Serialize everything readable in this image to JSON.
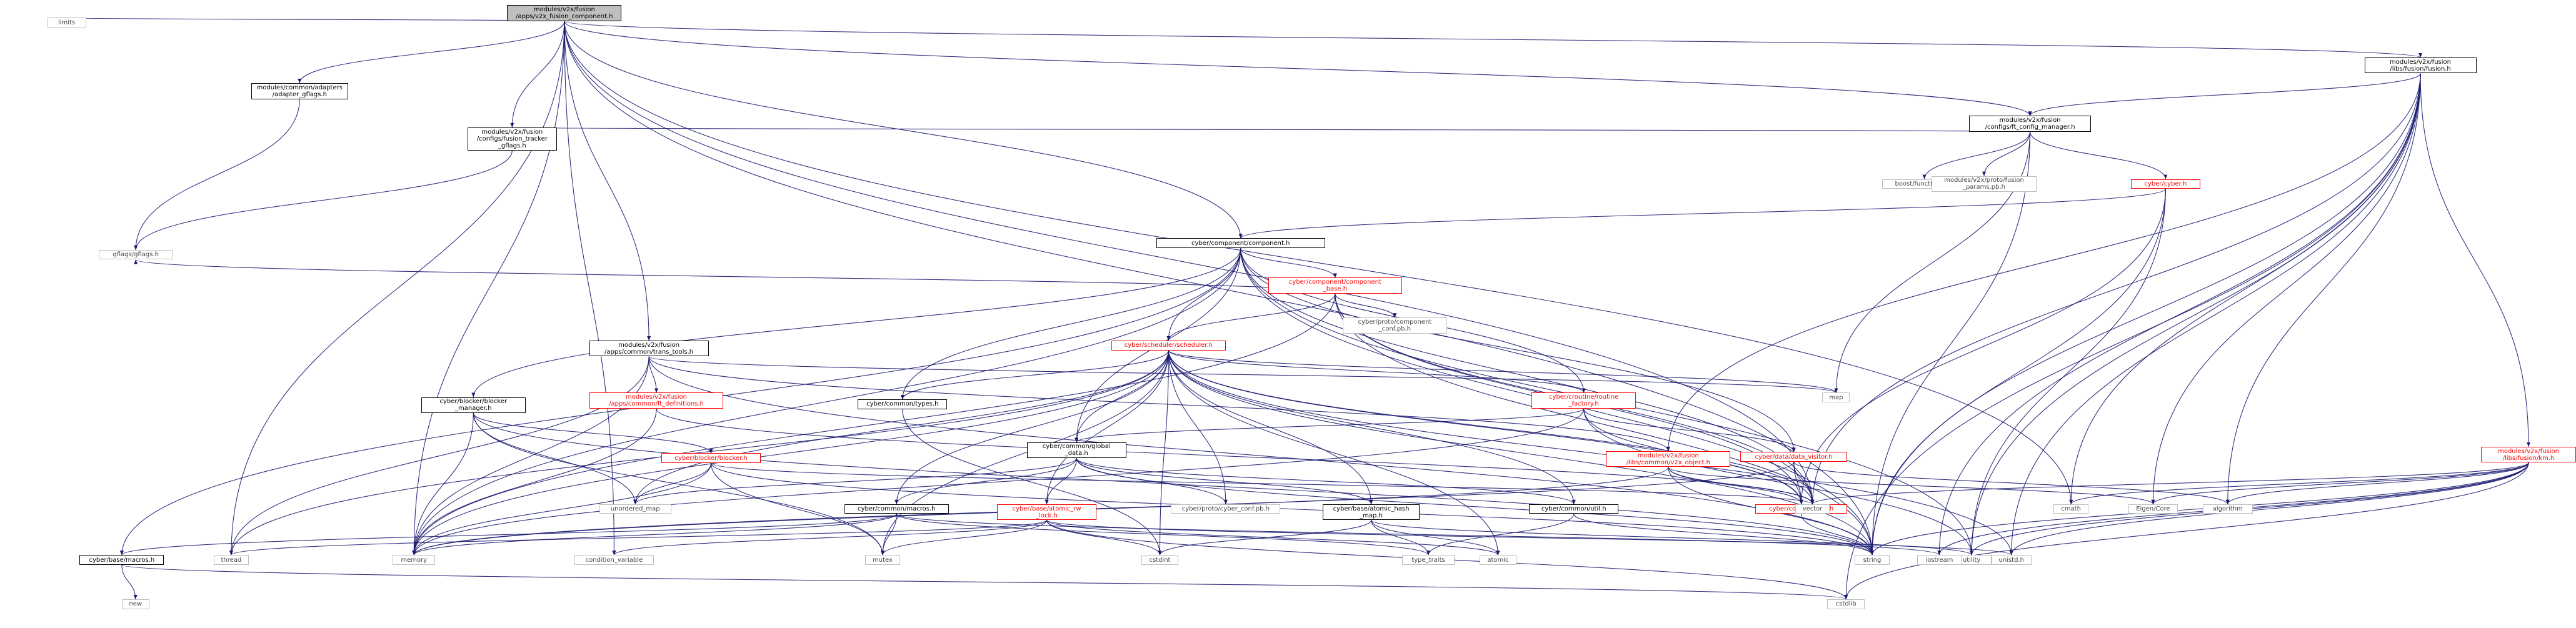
{
  "graph": {
    "root": "modules/v2x/fusion/apps/v2x_fusion_component.h",
    "nodes": [
      {
        "id": "root",
        "label": "modules/v2x/fusion\n/apps/v2x_fusion_component.h",
        "style": "root"
      },
      {
        "id": "limits",
        "label": "limits",
        "style": "grey"
      },
      {
        "id": "adapter_gflags",
        "label": "modules/common/adapters\n/adapter_gflags.h",
        "style": "normal"
      },
      {
        "id": "fusion_tracker_gflags",
        "label": "modules/v2x/fusion\n/configs/fusion_tracker\n_gflags.h",
        "style": "normal"
      },
      {
        "id": "gflags",
        "label": "gflags/gflags.h",
        "style": "grey"
      },
      {
        "id": "component",
        "label": "cyber/component/component.h",
        "style": "normal"
      },
      {
        "id": "component_base",
        "label": "cyber/component/component\n_base.h",
        "style": "red"
      },
      {
        "id": "component_conf",
        "label": "cyber/proto/component\n_conf.pb.h",
        "style": "grey"
      },
      {
        "id": "trans_tools",
        "label": "modules/v2x/fusion\n/apps/common/trans_tools.h",
        "style": "normal"
      },
      {
        "id": "ft_definitions",
        "label": "modules/v2x/fusion\n/apps/common/ft_definitions.h",
        "style": "red"
      },
      {
        "id": "scheduler",
        "label": "cyber/scheduler/scheduler.h",
        "style": "red"
      },
      {
        "id": "blocker_manager",
        "label": "cyber/blocker/blocker\n_manager.h",
        "style": "normal"
      },
      {
        "id": "blocker",
        "label": "cyber/blocker/blocker.h",
        "style": "red"
      },
      {
        "id": "types",
        "label": "cyber/common/types.h",
        "style": "normal"
      },
      {
        "id": "global_data",
        "label": "cyber/common/global\n_data.h",
        "style": "normal"
      },
      {
        "id": "routine_factory",
        "label": "cyber/croutine/routine\n_factory.h",
        "style": "red"
      },
      {
        "id": "v2x_object",
        "label": "modules/v2x/fusion\n/libs/common/v2x_object.h",
        "style": "red"
      },
      {
        "id": "data_visitor",
        "label": "cyber/data/data_visitor.h",
        "style": "red"
      },
      {
        "id": "common_log",
        "label": "cyber/common/log.h",
        "style": "red"
      },
      {
        "id": "common_macros",
        "label": "cyber/common/macros.h",
        "style": "normal"
      },
      {
        "id": "atomic_rw_lock",
        "label": "cyber/base/atomic_rw\n_lock.h",
        "style": "red"
      },
      {
        "id": "cyber_conf",
        "label": "cyber/proto/cyber_conf.pb.h",
        "style": "grey"
      },
      {
        "id": "atomic_hash_map",
        "label": "cyber/base/atomic_hash\n_map.h",
        "style": "normal"
      },
      {
        "id": "common_util",
        "label": "cyber/common/util.h",
        "style": "normal"
      },
      {
        "id": "base_macros",
        "label": "cyber/base/macros.h",
        "style": "normal"
      },
      {
        "id": "new",
        "label": "new",
        "style": "grey"
      },
      {
        "id": "cstdlib",
        "label": "cstdlib",
        "style": "grey"
      },
      {
        "id": "thread",
        "label": "thread",
        "style": "grey"
      },
      {
        "id": "memory",
        "label": "memory",
        "style": "grey"
      },
      {
        "id": "condition_variable",
        "label": "condition_variable",
        "style": "grey"
      },
      {
        "id": "mutex",
        "label": "mutex",
        "style": "grey"
      },
      {
        "id": "unordered_map",
        "label": "unordered_map",
        "style": "grey"
      },
      {
        "id": "cstdint",
        "label": "cstdint",
        "style": "grey"
      },
      {
        "id": "type_traits",
        "label": "type_traits",
        "style": "grey"
      },
      {
        "id": "atomic",
        "label": "atomic",
        "style": "grey"
      },
      {
        "id": "string",
        "label": "string",
        "style": "grey"
      },
      {
        "id": "vector",
        "label": "vector",
        "style": "grey"
      },
      {
        "id": "utility",
        "label": "utility",
        "style": "grey"
      },
      {
        "id": "iostream",
        "label": "iostream",
        "style": "grey"
      },
      {
        "id": "unistd",
        "label": "unistd.h",
        "style": "grey"
      },
      {
        "id": "map",
        "label": "map",
        "style": "grey"
      },
      {
        "id": "cmath",
        "label": "cmath",
        "style": "grey"
      },
      {
        "id": "eigen_core",
        "label": "Eigen/Core",
        "style": "grey"
      },
      {
        "id": "algorithm",
        "label": "algorithm",
        "style": "grey"
      },
      {
        "id": "fusion_h",
        "label": "modules/v2x/fusion\n/libs/fusion/fusion.h",
        "style": "normal"
      },
      {
        "id": "ft_config_manager",
        "label": "modules/v2x/fusion\n/configs/ft_config_manager.h",
        "style": "normal"
      },
      {
        "id": "boost_function",
        "label": "boost/function.hpp",
        "style": "grey"
      },
      {
        "id": "fusion_params",
        "label": "modules/v2x/proto/fusion\n_params.pb.h",
        "style": "grey"
      },
      {
        "id": "cyber_h",
        "label": "cyber/cyber.h",
        "style": "red"
      },
      {
        "id": "km_h",
        "label": "modules/v2x/fusion\n/libs/fusion/km.h",
        "style": "red"
      }
    ],
    "edges": [
      [
        "root",
        "limits"
      ],
      [
        "root",
        "adapter_gflags"
      ],
      [
        "root",
        "fusion_tracker_gflags"
      ],
      [
        "root",
        "component"
      ],
      [
        "root",
        "trans_tools"
      ],
      [
        "root",
        "ft_config_manager"
      ],
      [
        "root",
        "fusion_h"
      ],
      [
        "root",
        "memory"
      ],
      [
        "root",
        "thread"
      ],
      [
        "root",
        "condition_variable"
      ],
      [
        "root",
        "string"
      ],
      [
        "root",
        "cmath"
      ],
      [
        "root",
        "vector"
      ],
      [
        "adapter_gflags",
        "gflags"
      ],
      [
        "fusion_tracker_gflags",
        "gflags"
      ],
      [
        "component",
        "component_base"
      ],
      [
        "component",
        "scheduler"
      ],
      [
        "component",
        "blocker_manager"
      ],
      [
        "component",
        "types"
      ],
      [
        "component",
        "routine_factory"
      ],
      [
        "component",
        "data_visitor"
      ],
      [
        "component",
        "global_data"
      ],
      [
        "component",
        "base_macros"
      ],
      [
        "component",
        "memory"
      ],
      [
        "component",
        "vector"
      ],
      [
        "component",
        "utility"
      ],
      [
        "component",
        "string"
      ],
      [
        "component_base",
        "component_conf"
      ],
      [
        "component_base",
        "gflags"
      ],
      [
        "component_base",
        "scheduler"
      ],
      [
        "component_base",
        "memory"
      ],
      [
        "component_base",
        "vector"
      ],
      [
        "component_base",
        "string"
      ],
      [
        "component_base",
        "common_log"
      ],
      [
        "trans_tools",
        "ft_definitions"
      ],
      [
        "trans_tools",
        "v2x_object"
      ],
      [
        "trans_tools",
        "memory"
      ],
      [
        "trans_tools",
        "thread"
      ],
      [
        "trans_tools",
        "string"
      ],
      [
        "trans_tools",
        "map"
      ],
      [
        "ft_definitions",
        "memory"
      ],
      [
        "ft_definitions",
        "vector"
      ],
      [
        "scheduler",
        "types"
      ],
      [
        "scheduler",
        "routine_factory"
      ],
      [
        "scheduler",
        "global_data"
      ],
      [
        "scheduler",
        "common_macros"
      ],
      [
        "scheduler",
        "atomic_rw_lock"
      ],
      [
        "scheduler",
        "atomic_hash_map"
      ],
      [
        "scheduler",
        "common_util"
      ],
      [
        "scheduler",
        "cyber_conf"
      ],
      [
        "scheduler",
        "memory"
      ],
      [
        "scheduler",
        "thread"
      ],
      [
        "scheduler",
        "mutex"
      ],
      [
        "scheduler",
        "unordered_map"
      ],
      [
        "scheduler",
        "cstdint"
      ],
      [
        "scheduler",
        "atomic"
      ],
      [
        "scheduler",
        "string"
      ],
      [
        "scheduler",
        "vector"
      ],
      [
        "scheduler",
        "map"
      ],
      [
        "scheduler",
        "unistd"
      ],
      [
        "scheduler",
        "common_log"
      ],
      [
        "blocker_manager",
        "blocker"
      ],
      [
        "blocker_manager",
        "memory"
      ],
      [
        "blocker_manager",
        "mutex"
      ],
      [
        "blocker_manager",
        "unordered_map"
      ],
      [
        "blocker_manager",
        "string"
      ],
      [
        "blocker",
        "memory"
      ],
      [
        "blocker",
        "mutex"
      ],
      [
        "blocker",
        "unordered_map"
      ],
      [
        "blocker",
        "vector"
      ],
      [
        "blocker",
        "string"
      ],
      [
        "types",
        "cstdint"
      ],
      [
        "global_data",
        "common_macros"
      ],
      [
        "global_data",
        "atomic_rw_lock"
      ],
      [
        "global_data",
        "atomic_hash_map"
      ],
      [
        "global_data",
        "common_util"
      ],
      [
        "global_data",
        "cyber_conf"
      ],
      [
        "global_data",
        "unordered_map"
      ],
      [
        "global_data",
        "string"
      ],
      [
        "routine_factory",
        "global_data"
      ],
      [
        "routine_factory",
        "data_visitor"
      ],
      [
        "routine_factory",
        "common_log"
      ],
      [
        "routine_factory",
        "memory"
      ],
      [
        "routine_factory",
        "utility"
      ],
      [
        "v2x_object",
        "vector"
      ],
      [
        "v2x_object",
        "string"
      ],
      [
        "v2x_object",
        "memory"
      ],
      [
        "v2x_object",
        "eigen_core"
      ],
      [
        "v2x_object",
        "common_log"
      ],
      [
        "data_visitor",
        "vector"
      ],
      [
        "data_visitor",
        "memory"
      ],
      [
        "data_visitor",
        "algorithm"
      ],
      [
        "data_visitor",
        "common_log"
      ],
      [
        "common_log",
        "string"
      ],
      [
        "common_macros",
        "memory"
      ],
      [
        "common_macros",
        "mutex"
      ],
      [
        "common_macros",
        "type_traits"
      ],
      [
        "common_macros",
        "iostream"
      ],
      [
        "common_macros",
        "base_macros"
      ],
      [
        "atomic_rw_lock",
        "thread"
      ],
      [
        "atomic_rw_lock",
        "mutex"
      ],
      [
        "atomic_rw_lock",
        "atomic"
      ],
      [
        "atomic_rw_lock",
        "cstdint"
      ],
      [
        "atomic_rw_lock",
        "cstdlib"
      ],
      [
        "atomic_rw_lock",
        "unistd"
      ],
      [
        "atomic_rw_lock",
        "condition_variable"
      ],
      [
        "atomic_hash_map",
        "cstdint"
      ],
      [
        "atomic_hash_map",
        "type_traits"
      ],
      [
        "atomic_hash_map",
        "atomic"
      ],
      [
        "atomic_hash_map",
        "utility"
      ],
      [
        "common_util",
        "string"
      ],
      [
        "common_util",
        "type_traits"
      ],
      [
        "base_macros",
        "new"
      ],
      [
        "base_macros",
        "cstdlib"
      ],
      [
        "fusion_h",
        "ft_config_manager"
      ],
      [
        "fusion_h",
        "km_h"
      ],
      [
        "fusion_h",
        "v2x_object"
      ],
      [
        "fusion_h",
        "cmath"
      ],
      [
        "fusion_h",
        "eigen_core"
      ],
      [
        "fusion_h",
        "algorithm"
      ],
      [
        "fusion_h",
        "string"
      ],
      [
        "fusion_h",
        "iostream"
      ],
      [
        "fusion_h",
        "unistd"
      ],
      [
        "fusion_h",
        "cstdlib"
      ],
      [
        "fusion_h",
        "utility"
      ],
      [
        "fusion_h",
        "vector"
      ],
      [
        "ft_config_manager",
        "boost_function"
      ],
      [
        "ft_config_manager",
        "fusion_params"
      ],
      [
        "ft_config_manager",
        "cyber_h"
      ],
      [
        "ft_config_manager",
        "fusion_tracker_gflags"
      ],
      [
        "ft_config_manager",
        "map"
      ],
      [
        "ft_config_manager",
        "string"
      ],
      [
        "cyber_h",
        "component"
      ],
      [
        "cyber_h",
        "common_log"
      ],
      [
        "cyber_h",
        "string"
      ],
      [
        "cyber_h",
        "utility"
      ],
      [
        "km_h",
        "cmath"
      ],
      [
        "km_h",
        "eigen_core"
      ],
      [
        "km_h",
        "algorithm"
      ],
      [
        "km_h",
        "vector"
      ],
      [
        "km_h",
        "string"
      ],
      [
        "km_h",
        "iostream"
      ],
      [
        "km_h",
        "utility"
      ],
      [
        "km_h",
        "unistd"
      ],
      [
        "km_h",
        "cstdlib"
      ]
    ]
  }
}
